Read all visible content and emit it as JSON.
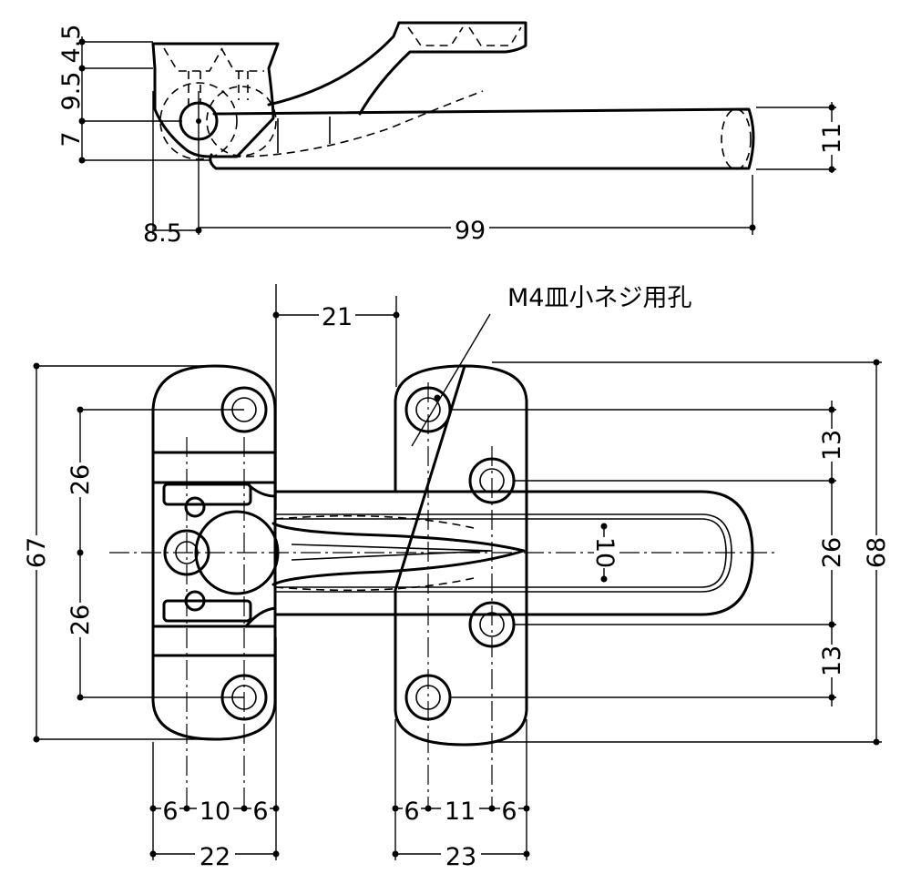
{
  "top_view": {
    "dims": {
      "d_4_5": "4.5",
      "d_9_5": "9.5",
      "d_7": "7",
      "d_8_5": "8.5",
      "d_99": "99",
      "d_11": "11"
    }
  },
  "front_view": {
    "note": "M4皿小ネジ用孔",
    "dims": {
      "d_21": "21",
      "d_67": "67",
      "d_26_upper": "26",
      "d_26_lower": "26",
      "d_10_slot": "10",
      "d_13_upper": "13",
      "d_26_right": "26",
      "d_13_lower": "13",
      "d_68": "68",
      "d_6_a": "6",
      "d_10_b": "10",
      "d_6_c": "6",
      "d_22": "22",
      "d_6_d": "6",
      "d_11_e": "11",
      "d_6_f": "6",
      "d_23": "23"
    }
  }
}
